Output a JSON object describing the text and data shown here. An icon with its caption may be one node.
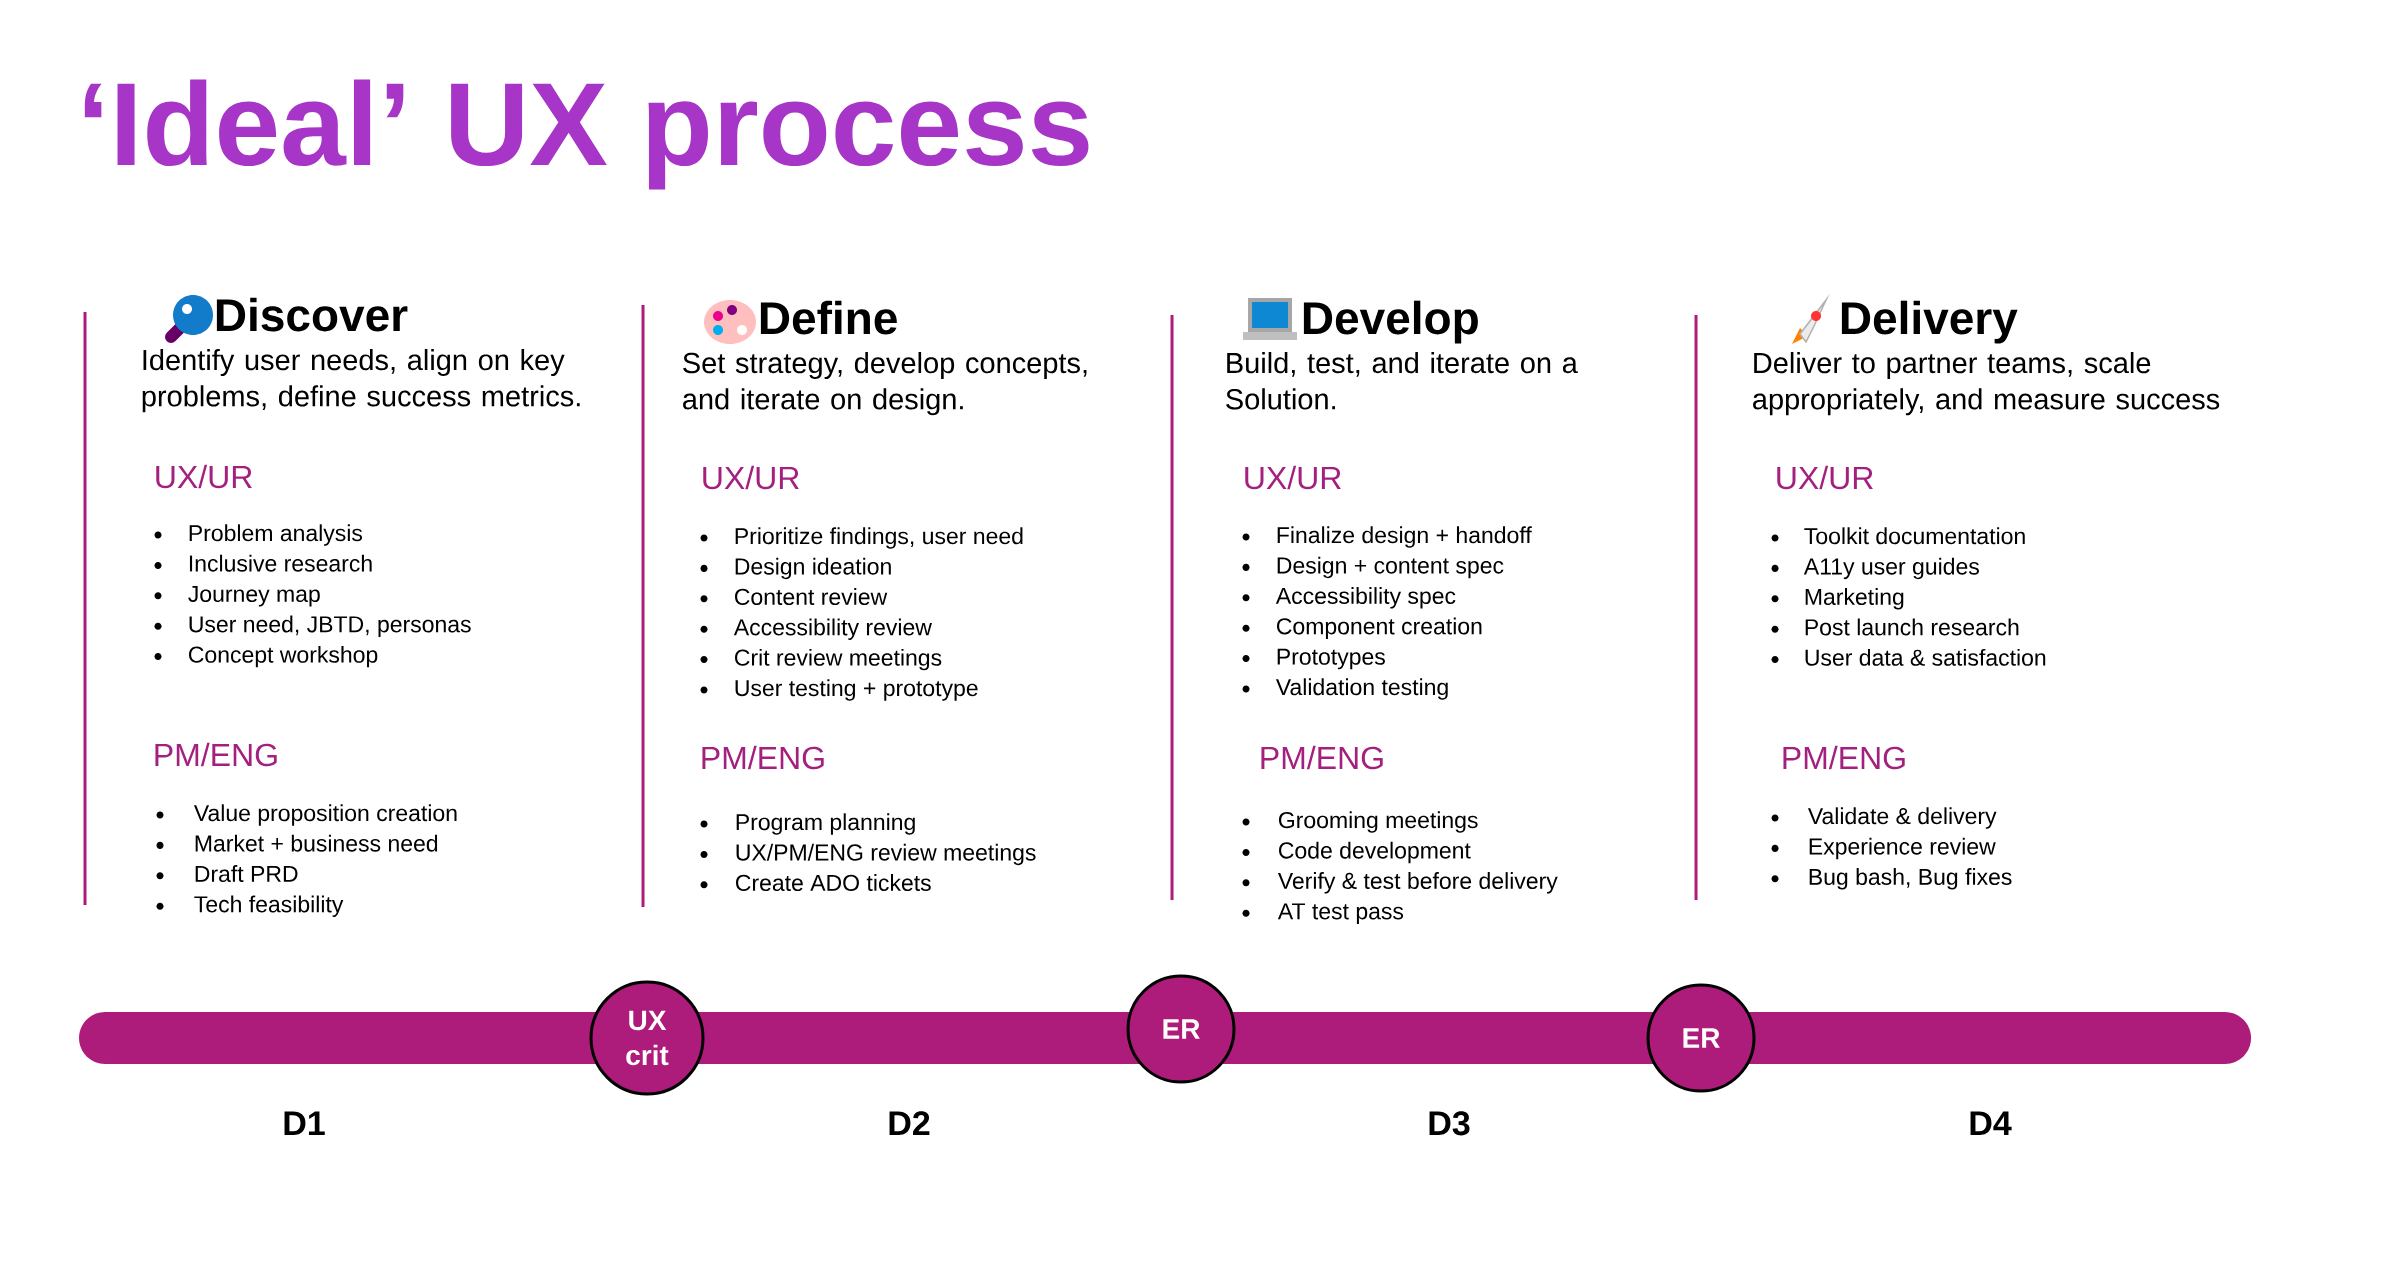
{
  "diagram": {
    "title": "‘Ideal’ UX process",
    "nodes": [
      {
        "text": [],
        "shape": "bar"
      },
      {
        "text": [
          "UX crit"
        ]
      },
      {
        "text": [
          "ER"
        ]
      },
      {
        "text": [
          "ER"
        ]
      }
    ],
    "labels": [
      "Discover",
      "Identify user needs, align on key problems, define success metrics.",
      "UX/UR",
      "Problem analysis",
      "Inclusive research",
      "Journey map",
      "User need, JBTD, personas",
      "Concept workshop",
      "PM/ENG",
      "Value proposition creation",
      "Market + business need",
      "Draft PRD",
      "Tech feasibility",
      "Define",
      "Set strategy, develop concepts, and iterate on design.",
      "UX/UR",
      "Prioritize findings, user need",
      "Design ideation",
      "Content review",
      "Accessibility review",
      "Crit review meetings",
      "User testing + prototype",
      "PM/ENG",
      "Program planning",
      "UX/PM/ENG review meetings",
      "Create ADO tickets",
      "Develop",
      "Build, test, and iterate on a Solution.",
      "UX/UR",
      "Finalize design + handoff",
      "Design + content spec",
      "Accessibility spec",
      "Component creation",
      "Prototypes",
      "Validation testing",
      "PM/ENG",
      "Grooming meetings",
      "Code development",
      "Verify & test before delivery",
      "AT test pass",
      "Delivery",
      "Deliver to partner teams, scale appropriately, and measure success",
      "UX/UR",
      "Toolkit documentation",
      "A11y user guides",
      "Marketing",
      "Post launch research",
      "User data & satisfaction",
      "PM/ENG",
      "Validate & delivery",
      "Experience review",
      "Bug bash, Bug fixes",
      "D1",
      "D2",
      "D3",
      "D4"
    ]
  }
}
